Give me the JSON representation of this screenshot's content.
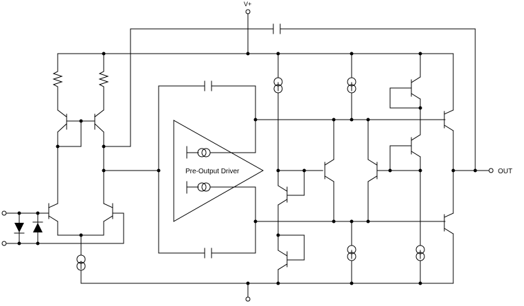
{
  "labels": {
    "supply_top": "V+",
    "output": "OUT",
    "block": "Pre-Output Driver"
  },
  "symbols": {
    "transistor": "npn-transistor-icon",
    "current_source": "current-source-icon",
    "capacitor": "capacitor-icon",
    "resistor": "resistor-icon",
    "diode": "diode-icon",
    "terminal": "terminal-circle-icon"
  },
  "colors": {
    "line": "#000000",
    "background": "#ffffff"
  }
}
